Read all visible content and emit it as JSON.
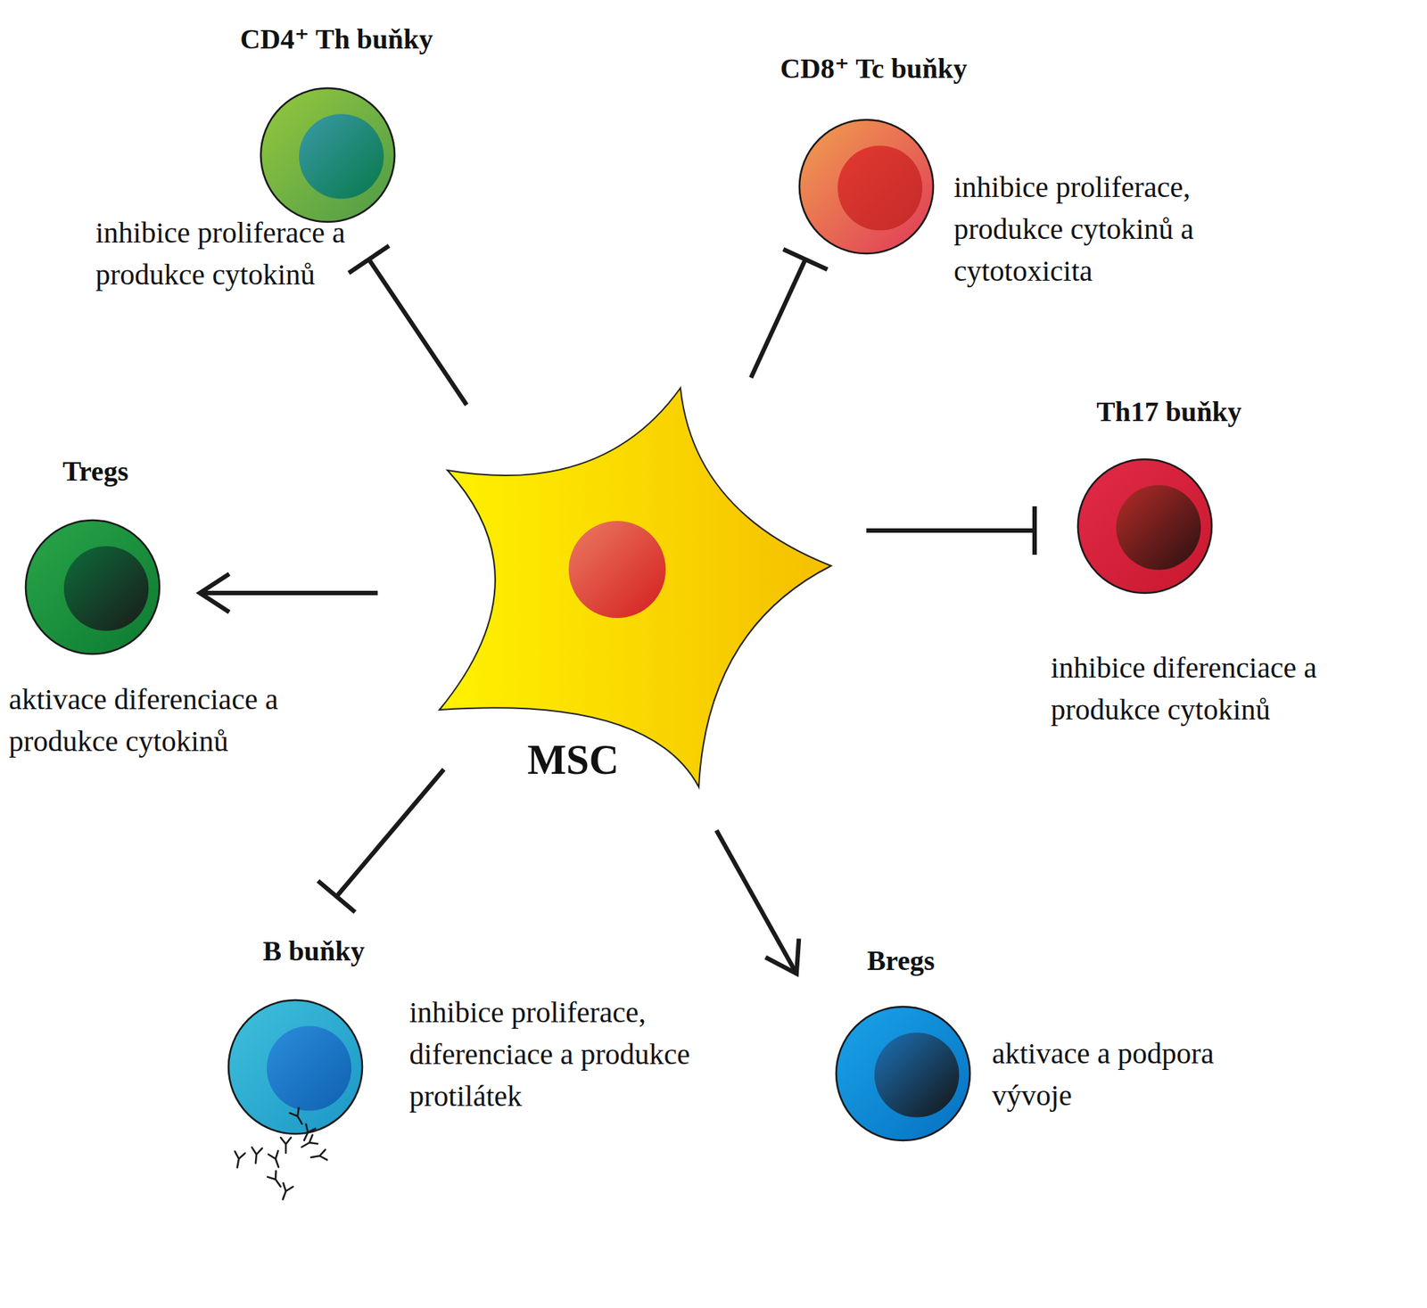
{
  "diagram": {
    "nodes": [
      {
        "text": [
          "CD4⁺ Th buňky",
          "inhibice proliferace a produkce cytokinů"
        ]
      },
      {
        "text": [
          "CD8⁺ Tc buňky",
          "inhibice proliferace, produkce cytokinů a cytotoxicita"
        ]
      },
      {
        "text": [
          "Th17 buňky",
          "inhibice diferenciace a produkce cytokinů"
        ]
      },
      {
        "text": [
          "Tregs",
          "aktivace diferenciace a produkce cytokinů"
        ]
      },
      {
        "text": [
          "MSC"
        ]
      },
      {
        "text": [
          "B buňky",
          "inhibice proliferace, diferenciace a produkce protilátek"
        ]
      },
      {
        "text": [
          "Bregs",
          "aktivace a podpora vývoje"
        ]
      }
    ],
    "edges": [
      {
        "from": 4,
        "to": 0,
        "arrow": "to"
      },
      {
        "from": 4,
        "to": 1,
        "arrow": "to"
      },
      {
        "from": 4,
        "to": 2,
        "arrow": "to"
      },
      {
        "from": 4,
        "to": 3,
        "arrow": "to"
      },
      {
        "from": 4,
        "to": 5,
        "arrow": "to"
      },
      {
        "from": 4,
        "to": 6,
        "arrow": "to"
      }
    ]
  }
}
